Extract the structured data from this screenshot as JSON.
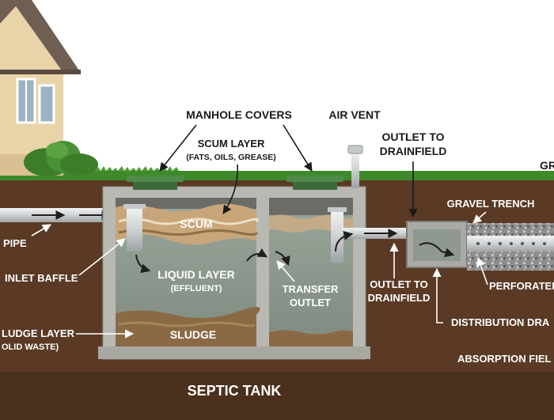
{
  "labels": {
    "manhole_covers": "MANHOLE COVERS",
    "air_vent": "AIR VENT",
    "outlet_to_drainfield_top_1": "OUTLET TO",
    "outlet_to_drainfield_top_2": "DRAINFIELD",
    "edge_top_right": "GR",
    "scum_layer": "SCUM LAYER",
    "scum_layer_sub": "(FATS, OILS, GREASE)",
    "scum": "SCUM",
    "gravel_trench": "GRAVEL TRENCH",
    "pipe": "PIPE",
    "inlet_baffle": "INLET BAFFLE",
    "liquid_layer": "LIQUID LAYER",
    "liquid_layer_sub": "(EFFLUENT)",
    "transfer_outlet_1": "TRANSFER",
    "transfer_outlet_2": "OUTLET",
    "outlet_to_drainfield_mid_1": "OUTLET TO",
    "outlet_to_drainfield_mid_2": "DRAINFIELD",
    "perforated": "PERFORATED",
    "sludge_layer_1": "LUDGE LAYER",
    "sludge_layer_2": "OLID WASTE)",
    "sludge": "SLUDGE",
    "distribution": "DISTRIBUTION DRA",
    "absorption": "ABSORPTION FIEL",
    "septic_tank": "SEPTIC TANK"
  },
  "colors": {
    "sky": "#ffffff",
    "soil": "#5a3a24",
    "soil_dark": "#3f2818",
    "grass": "#3e8a2a",
    "concrete": "#b9b9b4",
    "water": "#8d9a8e",
    "scum": "#c9a67a",
    "sludge": "#8a6a45",
    "pipe": "#d9dbdd",
    "house_wall": "#e9d3a8",
    "roof": "#6f5e52",
    "cover": "#3c6a3a",
    "gravel": "#9b9b9b"
  }
}
